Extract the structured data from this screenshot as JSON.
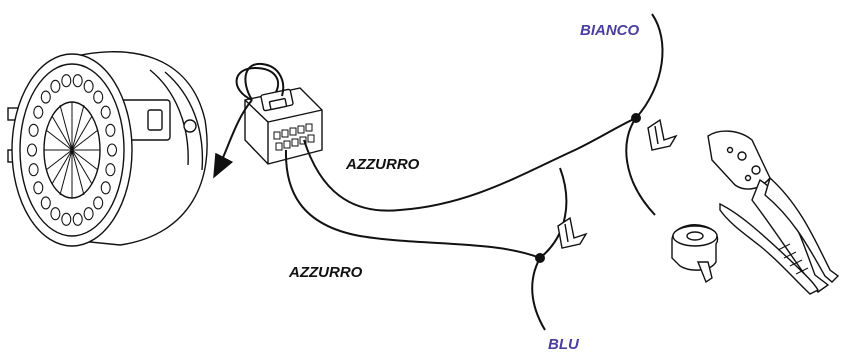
{
  "labels": {
    "bianco": "BIANCO",
    "azzurro_upper": "AZZURRO",
    "azzurro_lower": "AZZURRO",
    "blu": "BLU"
  },
  "colors": {
    "wire_color_label": "#4a3fa0",
    "wire_type_label": "#111111",
    "line": "#111111"
  },
  "icons": [
    "electric-motor-icon",
    "multi-pin-connector-icon",
    "splice-clip-icon",
    "crimping-pliers-icon",
    "insulating-tape-icon"
  ]
}
